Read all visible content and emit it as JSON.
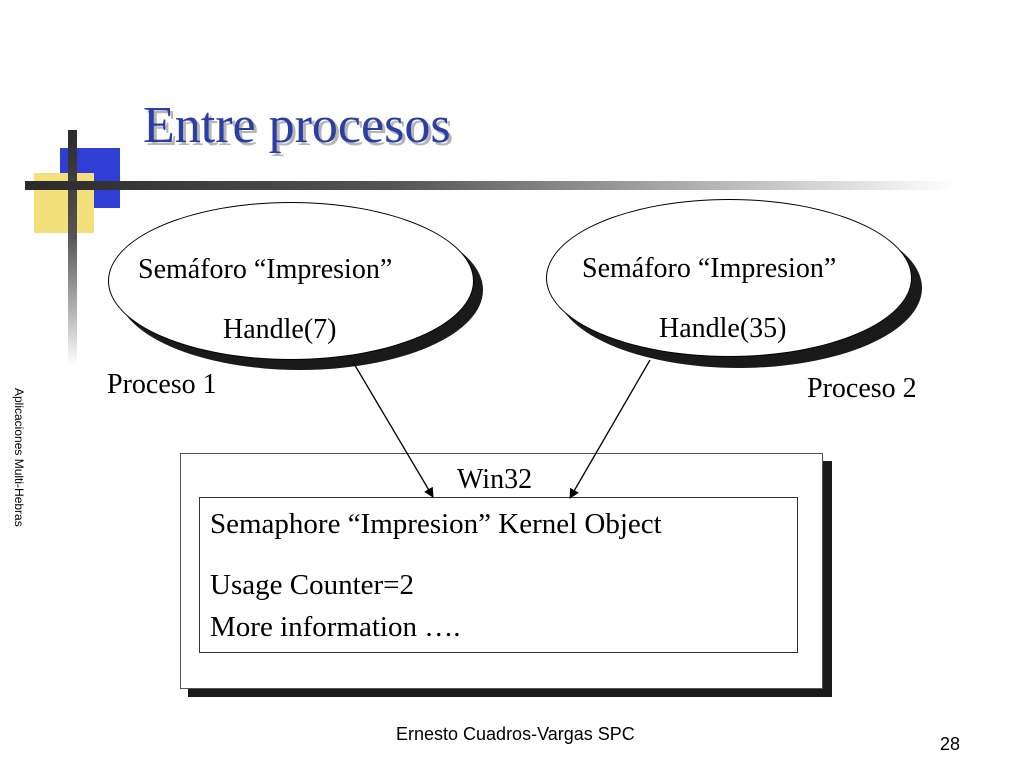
{
  "slide": {
    "title": "Entre procesos",
    "side_label": "Aplicaciones Multi-Hebras",
    "footer": "Ernesto Cuadros-Vargas SPC",
    "page_number": "28"
  },
  "diagram": {
    "process1": {
      "ellipse_line1": "Semáforo “Impresion”",
      "ellipse_line2": "Handle(7)",
      "label": "Proceso 1"
    },
    "process2": {
      "ellipse_line1": "Semáforo “Impresion”",
      "ellipse_line2": "Handle(35)",
      "label": "Proceso 2"
    },
    "win32": {
      "label": "Win32",
      "kernel_object": "Semaphore “Impresion” Kernel Object",
      "usage_counter": "Usage Counter=2",
      "more_info": "More information …."
    }
  }
}
